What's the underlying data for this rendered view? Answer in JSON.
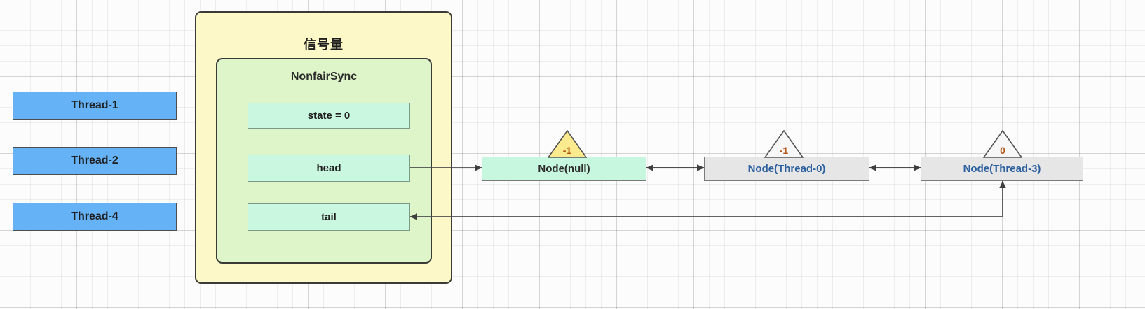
{
  "diagram": {
    "title_zh": "信号量",
    "threads": [
      {
        "label": "Thread-1"
      },
      {
        "label": "Thread-2"
      },
      {
        "label": "Thread-4"
      }
    ],
    "sync": {
      "name": "NonfairSync",
      "fields": [
        {
          "label": "state = 0"
        },
        {
          "label": "head"
        },
        {
          "label": "tail"
        }
      ]
    },
    "queue": [
      {
        "label": "Node(null)",
        "waitStatus": "-1",
        "style": "green"
      },
      {
        "label": "Node(Thread-0)",
        "waitStatus": "-1",
        "style": "gray"
      },
      {
        "label": "Node(Thread-3)",
        "waitStatus": "0",
        "style": "gray"
      }
    ],
    "colors": {
      "thread_fill": "#65b2f7",
      "semaphore_fill": "#fcf8c8",
      "sync_fill": "#ddf5c8",
      "field_fill": "#caf7e0",
      "node_green_fill": "#c8f7df",
      "node_gray_fill": "#e6e6e6",
      "triangle_yellow": "#fbeb8e",
      "triangle_gray": "#f2f2f2",
      "edge_stroke": "#4d4d4d"
    }
  }
}
